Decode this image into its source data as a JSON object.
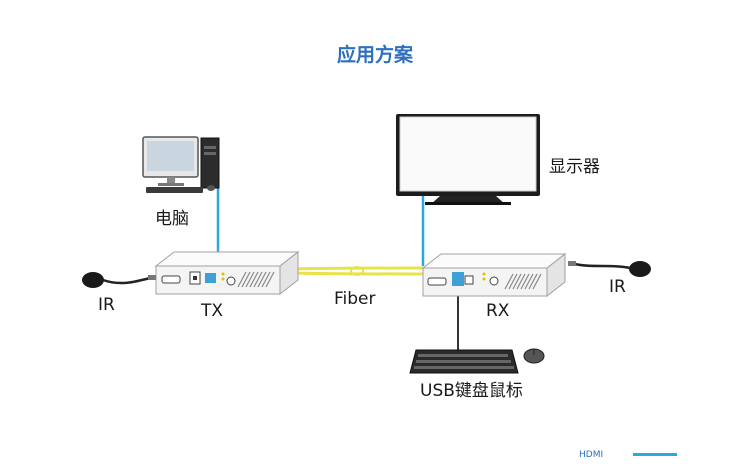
{
  "title": "应用方案",
  "labels": {
    "computer": "电脑",
    "display": "显示器",
    "ir_left": "IR",
    "ir_right": "IR",
    "tx": "TX",
    "rx": "RX",
    "fiber": "Fiber",
    "usb": "USB键盘鼠标"
  },
  "footer": {
    "text": "HDMI"
  },
  "colors": {
    "title": "#2e6fbf",
    "network_line": "#2aa9e0",
    "fiber": "#e8e34a",
    "device_body": "#f2f2f2",
    "device_edge": "#a0a0a0"
  }
}
